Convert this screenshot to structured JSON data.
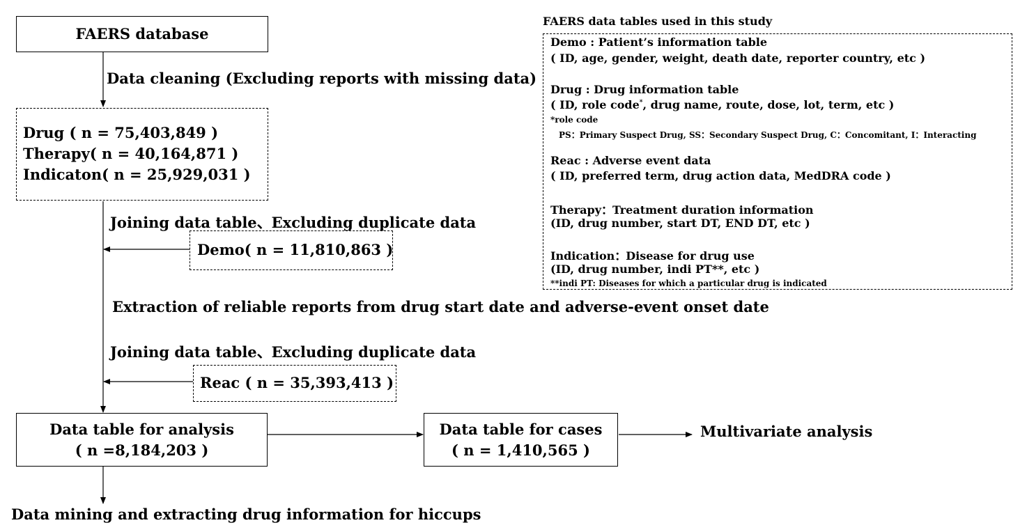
{
  "flow": {
    "source_box": "FAERS database",
    "step_cleaning": "Data cleaning (Excluding reports with missing data)",
    "cleaned_box": {
      "line1": "Drug ( n = 75,403,849 )",
      "line2": "Therapy( n = 40,164,871 )",
      "line3": "Indicaton( n = 25,929,031 )"
    },
    "step_join_1": "Joining data table、Excluding duplicate data",
    "demo_box": "Demo( n = 11,810,863 )",
    "step_extraction": "Extraction of reliable reports from drug start date and adverse-event onset date",
    "step_join_2": "Joining data table、Excluding duplicate data",
    "reac_box": "Reac ( n = 35,393,413 )",
    "analysis_box": {
      "line1": "Data table for analysis",
      "line2": "( n =8,184,203 )"
    },
    "cases_box": {
      "line1": "Data table for cases",
      "line2": "( n = 1,410,565 )"
    },
    "multivariate": "Multivariate analysis",
    "data_mining": "Data mining and extracting drug information for hiccups"
  },
  "legend": {
    "title": "FAERS data tables used in this study",
    "demo_heading": "Demo : Patient’s information table",
    "demo_fields": " ( ID, age, gender, weight, death date, reporter country, etc )",
    "drug_heading": "Drug : Drug information table",
    "drug_fields_a": "( ID, role code",
    "drug_fields_sup": "*",
    "drug_fields_b": ", drug name, route, dose, lot, term, etc )",
    "role_code_note": "*role code",
    "role_code_values": "PS：Primary Suspect Drug, SS：Secondary Suspect Drug, C：Concomitant, I：Interacting",
    "reac_heading": "Reac : Adverse event data",
    "reac_fields": " ( ID, preferred term, drug action data, MedDRA code )",
    "therapy_heading": "Therapy：Treatment duration information",
    "therapy_fields": " (ID, drug number, start DT, END DT, etc )",
    "indication_heading": "Indication：Disease for drug use",
    "indication_fields": "(ID, drug number, indi PT**, etc )",
    "indi_note": "**indi PT: Diseases for which a particular drug is indicated"
  }
}
